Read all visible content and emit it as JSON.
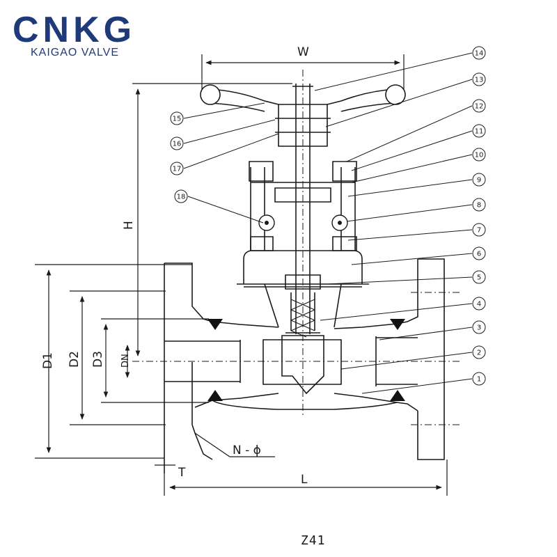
{
  "brand": {
    "logo_text": "CNKG",
    "company": "KAIGAO VALVE",
    "color": "#1e3a7b"
  },
  "dimensions": {
    "W": "W",
    "H": "H",
    "D1": "D1",
    "D2": "D2",
    "D3": "D3",
    "DN": "DN",
    "L": "L",
    "T": "T",
    "bolt": "N - ϕ"
  },
  "callouts": [
    "1",
    "2",
    "3",
    "4",
    "5",
    "6",
    "7",
    "8",
    "9",
    "10",
    "11",
    "12",
    "13",
    "14",
    "15",
    "16",
    "17",
    "18"
  ],
  "model": "Z41",
  "colors": {
    "line": "#1a1a1a",
    "weld": "#111111"
  }
}
